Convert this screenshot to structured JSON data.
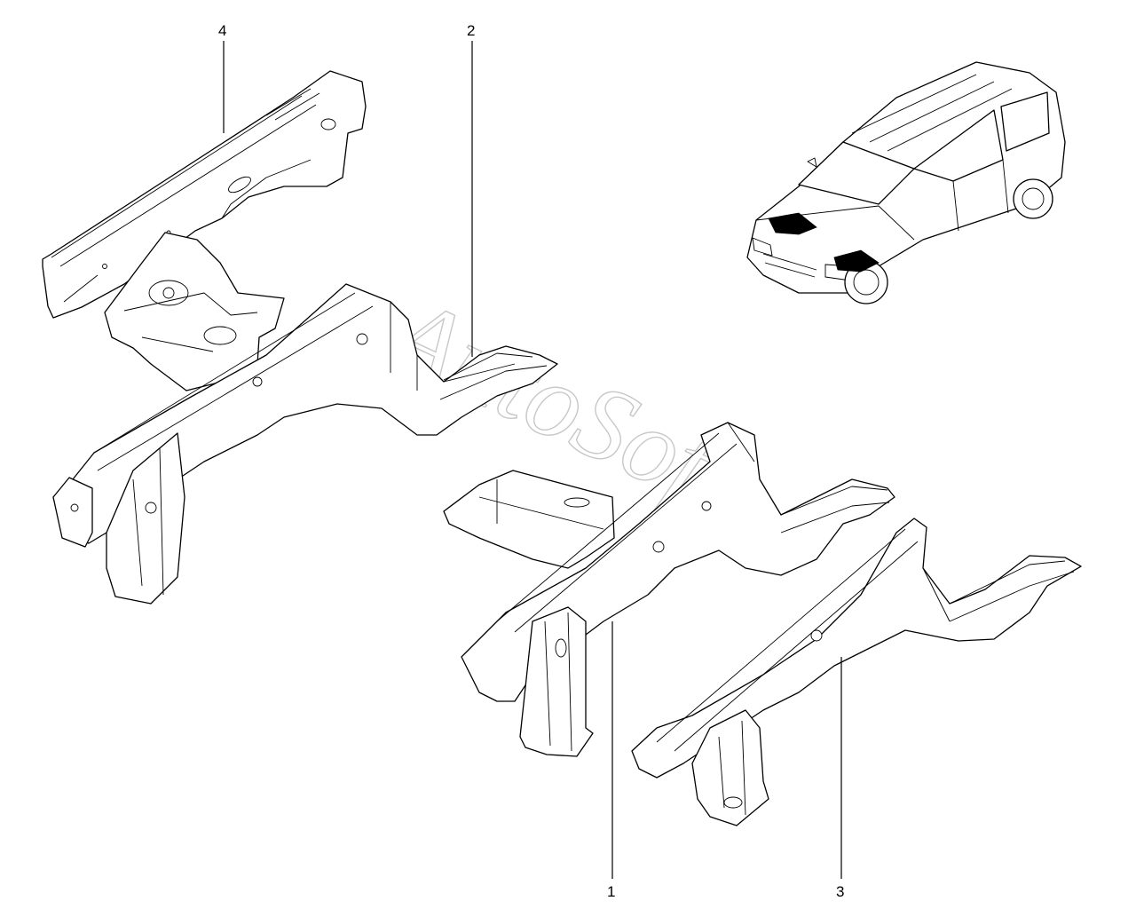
{
  "watermark": "AutoSoft",
  "callouts": [
    {
      "id": "1",
      "label": "1"
    },
    {
      "id": "2",
      "label": "2"
    },
    {
      "id": "3",
      "label": "3"
    },
    {
      "id": "4",
      "label": "4"
    }
  ],
  "colors": {
    "line": "#000000",
    "background": "#ffffff",
    "watermark": "#c8c8c8",
    "highlight": "#000000"
  }
}
